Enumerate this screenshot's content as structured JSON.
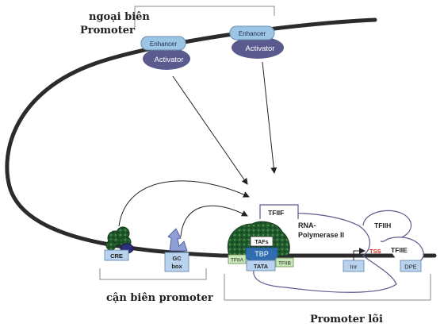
{
  "labels": {
    "distal_line1": "ngoại biên",
    "distal_line2": "Promoter",
    "proximal": "cận biên promoter",
    "core": "Promoter lõi",
    "enhancer": "Enhancer",
    "activator": "Activator",
    "cre": "CRE",
    "gc_line1": "GC",
    "gc_line2": "box",
    "tafs": "TAFs",
    "tbp": "TBP",
    "tata": "TATA",
    "tfiia": "TFIIA",
    "tfiib": "TFIIB",
    "tfiif": "TFIIF",
    "rnapol_line1": "RNA-",
    "rnapol_line2": "Polymerase II",
    "tfiih": "TFIIH",
    "tfiie": "TFIIE",
    "tss": "TSS",
    "inr": "Inr",
    "dpe": "DPE"
  },
  "colors": {
    "dna": "#2b2b2b",
    "enhancer": "#9cc4e4",
    "activator": "#5b5a8e",
    "box": "#b9d3ee",
    "tbp": "#2f6db0",
    "tfiid_green": "#1f5a2c",
    "tss": "#e02020",
    "outline": "#5a5a8a"
  }
}
